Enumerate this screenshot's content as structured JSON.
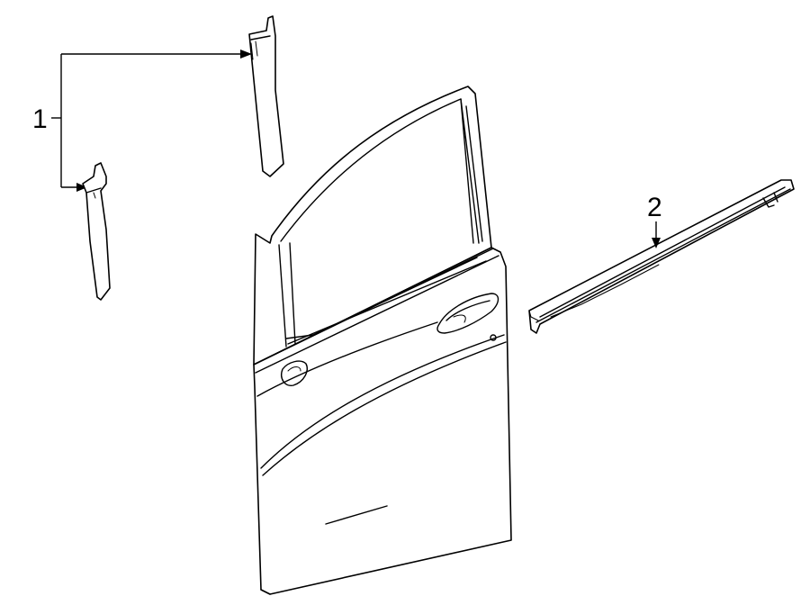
{
  "callouts": [
    {
      "id": "1",
      "label": "1"
    },
    {
      "id": "2",
      "label": "2"
    }
  ],
  "parts": [
    {
      "callout": "1",
      "icon": "pillar-applique-upper"
    },
    {
      "callout": "1",
      "icon": "pillar-applique-lower"
    },
    {
      "callout": "2",
      "icon": "belt-weatherstrip"
    },
    {
      "icon": "front-door-panel"
    }
  ]
}
